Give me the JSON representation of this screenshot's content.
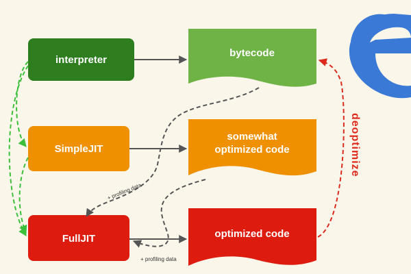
{
  "colors": {
    "background": "#faf6ea",
    "interpreter": "#2e7d1f",
    "simplejit": "#ef9000",
    "fulljit": "#dd1c0f",
    "bytecode": "#6fb245",
    "somewhat_code": "#ef9000",
    "optimized_code": "#dd1c0f",
    "gray_arrow": "#555555",
    "green_arrow": "#3cbf3a",
    "red_arrow": "#dd2a1d",
    "edge_logo": "#3a7ad6"
  },
  "tiers": {
    "interpreter": "interpreter",
    "simplejit": "SimpleJIT",
    "fulljit": "FullJIT"
  },
  "code_boxes": {
    "bytecode": "bytecode",
    "somewhat_line1": "somewhat",
    "somewhat_line2": "optimized code",
    "optimized": "optimized code"
  },
  "labels": {
    "profiling_upper": "+ profiling data",
    "profiling_lower": "+ profiling data",
    "deoptimize": "deoptimize"
  },
  "logo": {
    "icon": "edge-logo-icon"
  }
}
